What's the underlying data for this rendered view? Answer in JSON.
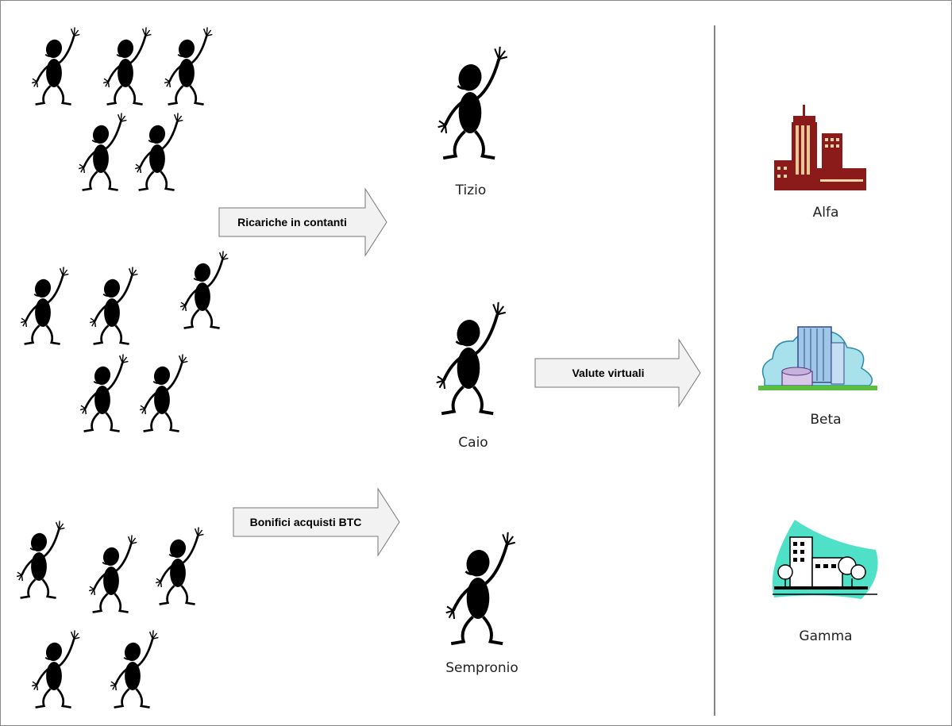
{
  "diagram": {
    "people": {
      "tizio": {
        "name": "Tizio"
      },
      "caio": {
        "name": "Caio"
      },
      "sempronio": {
        "name": "Sempronio"
      }
    },
    "arrows": {
      "cash": {
        "label": "Ricariche in contanti"
      },
      "virtual": {
        "label": "Valute virtuali"
      },
      "btc": {
        "label": "Bonifici acquisti BTC"
      }
    },
    "companies": {
      "alfa": {
        "name": "Alfa",
        "icon": "red-office-tower-icon"
      },
      "beta": {
        "name": "Beta",
        "icon": "glass-skyscraper-icon"
      },
      "gamma": {
        "name": "Gamma",
        "icon": "office-park-icon"
      }
    },
    "colors": {
      "figure": "#000000",
      "arrow_fill": "#f2f2f2",
      "arrow_stroke": "#777777",
      "alfa": "#8b1a1a",
      "beta_sky": "#a8e0ec",
      "gamma_bg": "#4fe0c8"
    }
  }
}
